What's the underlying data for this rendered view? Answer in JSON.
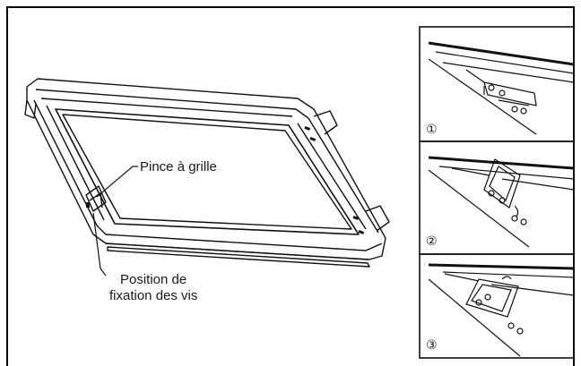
{
  "labels": {
    "clip": "Pince à grille",
    "screw_line1": "Position de",
    "screw_line2": "fixation des vis"
  },
  "steps": [
    "①",
    "②",
    "③"
  ]
}
